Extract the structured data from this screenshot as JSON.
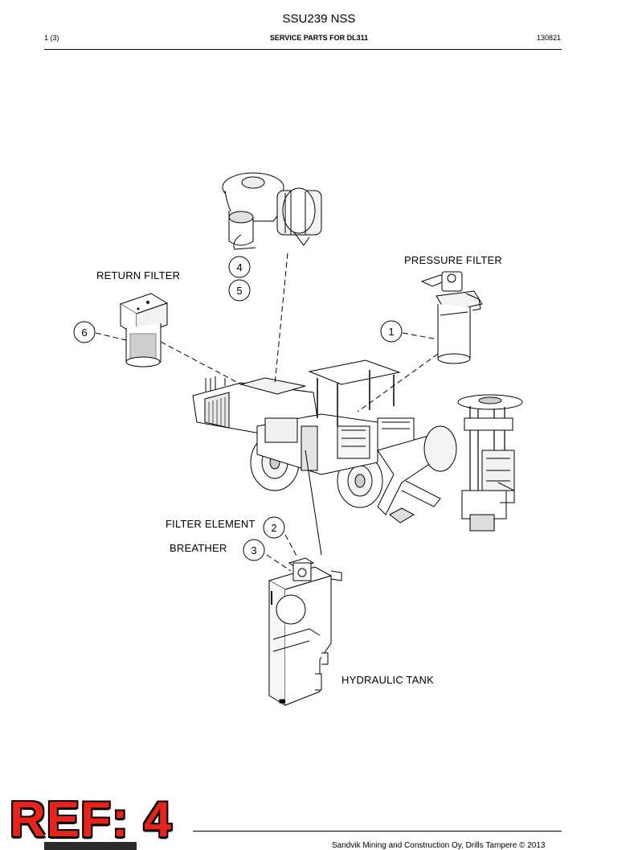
{
  "header": {
    "title": "SSU239 NSS",
    "page": "1 (3)",
    "subtitle": "SERVICE PARTS FOR DL311",
    "date": "130821"
  },
  "diagram": {
    "labels": {
      "pressure_filter": "PRESSURE FILTER",
      "return_filter": "RETURN FILTER",
      "filter_element": "FILTER ELEMENT",
      "breather": "BREATHER",
      "hydraulic_tank": "HYDRAULIC TANK"
    },
    "callouts": [
      "1",
      "2",
      "3",
      "4",
      "5",
      "6"
    ]
  },
  "footer": {
    "copyright": "Sandvik Mining and Construction Oy, Drills Tampere © 2013",
    "stamp": "REF: 4"
  }
}
